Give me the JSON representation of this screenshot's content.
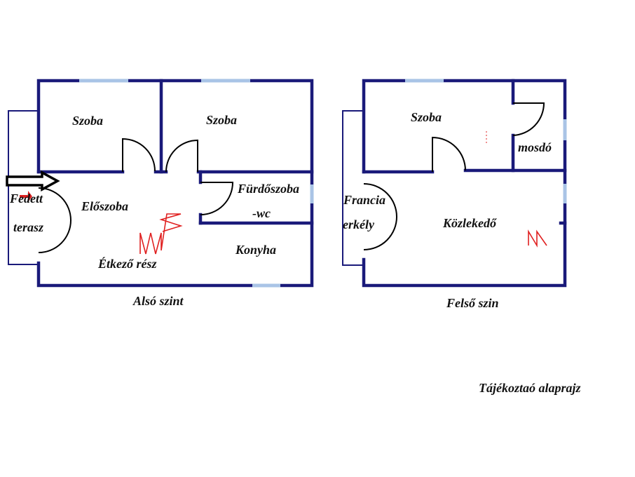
{
  "colors": {
    "wall": "#1a1a7a",
    "window": "#a9c4e6",
    "stair": "#e02020",
    "door": "#000000",
    "entry_marker": "#e02020"
  },
  "lower": {
    "caption": "Alsó szint",
    "rooms": {
      "szoba_left": "Szoba",
      "szoba_right": "Szoba",
      "bathroom_line1": "Fürdőszoba",
      "bathroom_line2": "-wc",
      "hall": "Előszoba",
      "terrace_line1": "Fedett",
      "terrace_line2": "terasz",
      "dining": "Étkező rész",
      "kitchen": "Konyha"
    }
  },
  "upper": {
    "caption": "Felső szin",
    "rooms": {
      "szoba": "Szoba",
      "washroom": "mosdó",
      "balcony_line1": "Francia",
      "balcony_line2": "erkély",
      "corridor": "Közlekedő"
    }
  },
  "footer_note": "Tájékoztaó alaprajz"
}
